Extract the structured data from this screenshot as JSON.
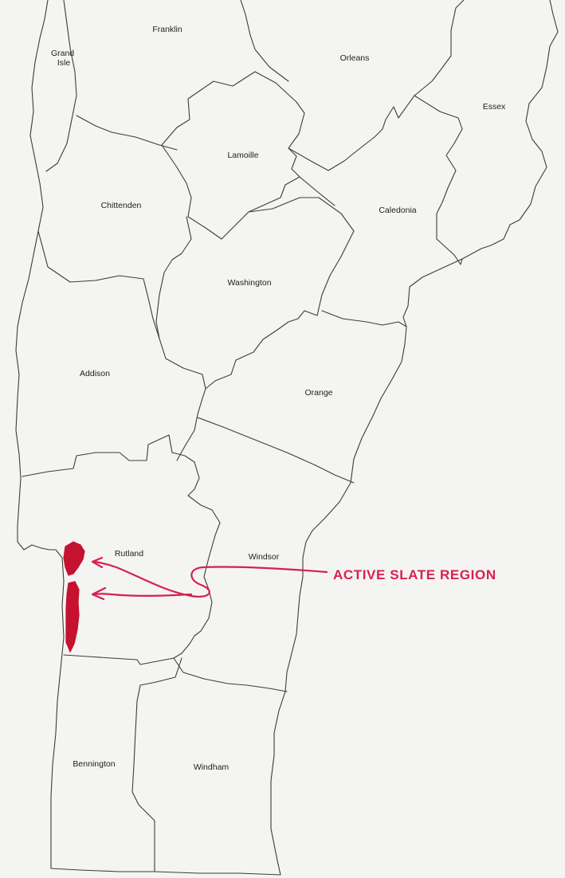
{
  "map": {
    "counties": [
      {
        "id": "grand-isle",
        "label_lines": [
          "Grand",
          "Isle"
        ]
      },
      {
        "id": "franklin",
        "label_lines": [
          "Franklin"
        ]
      },
      {
        "id": "orleans",
        "label_lines": [
          "Orleans"
        ]
      },
      {
        "id": "essex",
        "label_lines": [
          "Essex"
        ]
      },
      {
        "id": "lamoille",
        "label_lines": [
          "Lamoille"
        ]
      },
      {
        "id": "chittenden",
        "label_lines": [
          "Chittenden"
        ]
      },
      {
        "id": "caledonia",
        "label_lines": [
          "Caledonia"
        ]
      },
      {
        "id": "washington",
        "label_lines": [
          "Washington"
        ]
      },
      {
        "id": "addison",
        "label_lines": [
          "Addison"
        ]
      },
      {
        "id": "orange",
        "label_lines": [
          "Orange"
        ]
      },
      {
        "id": "rutland",
        "label_lines": [
          "Rutland"
        ]
      },
      {
        "id": "windsor",
        "label_lines": [
          "Windsor"
        ]
      },
      {
        "id": "bennington",
        "label_lines": [
          "Bennington"
        ]
      },
      {
        "id": "windham",
        "label_lines": [
          "Windham"
        ]
      }
    ],
    "annotation": {
      "text": "ACTIVE SLATE REGION",
      "color": "#d8204f"
    },
    "colors": {
      "border": "#3c3c3c",
      "slate_fill": "#c4122f",
      "background": "#f4f4f3"
    }
  }
}
